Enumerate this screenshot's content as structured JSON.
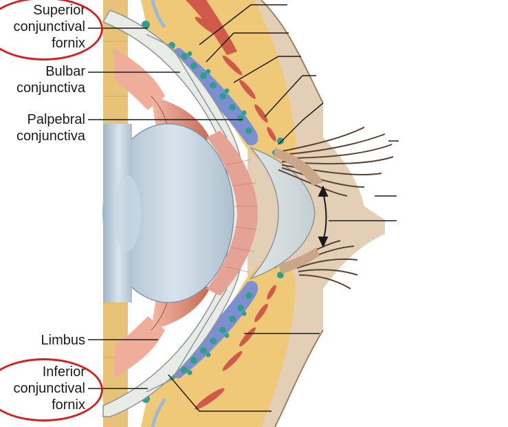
{
  "labels": {
    "superior_fornix": [
      "Superior",
      "conjunctival",
      "fornix"
    ],
    "bulbar": [
      "Bulbar",
      "conjunctiva"
    ],
    "palpebral": [
      "Palpebral",
      "conjunctiva"
    ],
    "limbus": "Limbus",
    "inferior_fornix": [
      "Inferior",
      "conjunctival",
      "fornix"
    ]
  },
  "colors": {
    "highlight_circle": "#d32020",
    "skin": "#e3cfb6",
    "fat": "#f0c978",
    "muscle": "#cf5a4a",
    "gland": "#7d8fd0",
    "gland_lobule": "#2f9e8f",
    "lens": "#c7d6e3",
    "iris": "#e08f7a",
    "sclera": "#e8ebe6"
  },
  "icons": [
    "red-highlight-circle",
    "red-highlight-circle"
  ]
}
